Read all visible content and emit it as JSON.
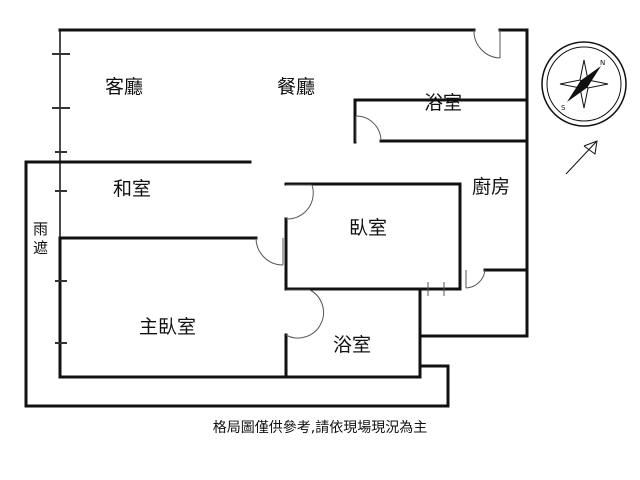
{
  "rooms": {
    "living_room": "客廳",
    "dining_room": "餐廳",
    "bathroom_top": "浴室",
    "tatami_room": "和室",
    "kitchen": "廚房",
    "bedroom": "臥室",
    "master_bedroom": "主臥室",
    "bathroom_bottom": "浴室",
    "canopy": "雨遮"
  },
  "compass": {
    "north": "N",
    "south": "S"
  },
  "disclaimer": "格局圖僅供參考,請依現場現況為主"
}
